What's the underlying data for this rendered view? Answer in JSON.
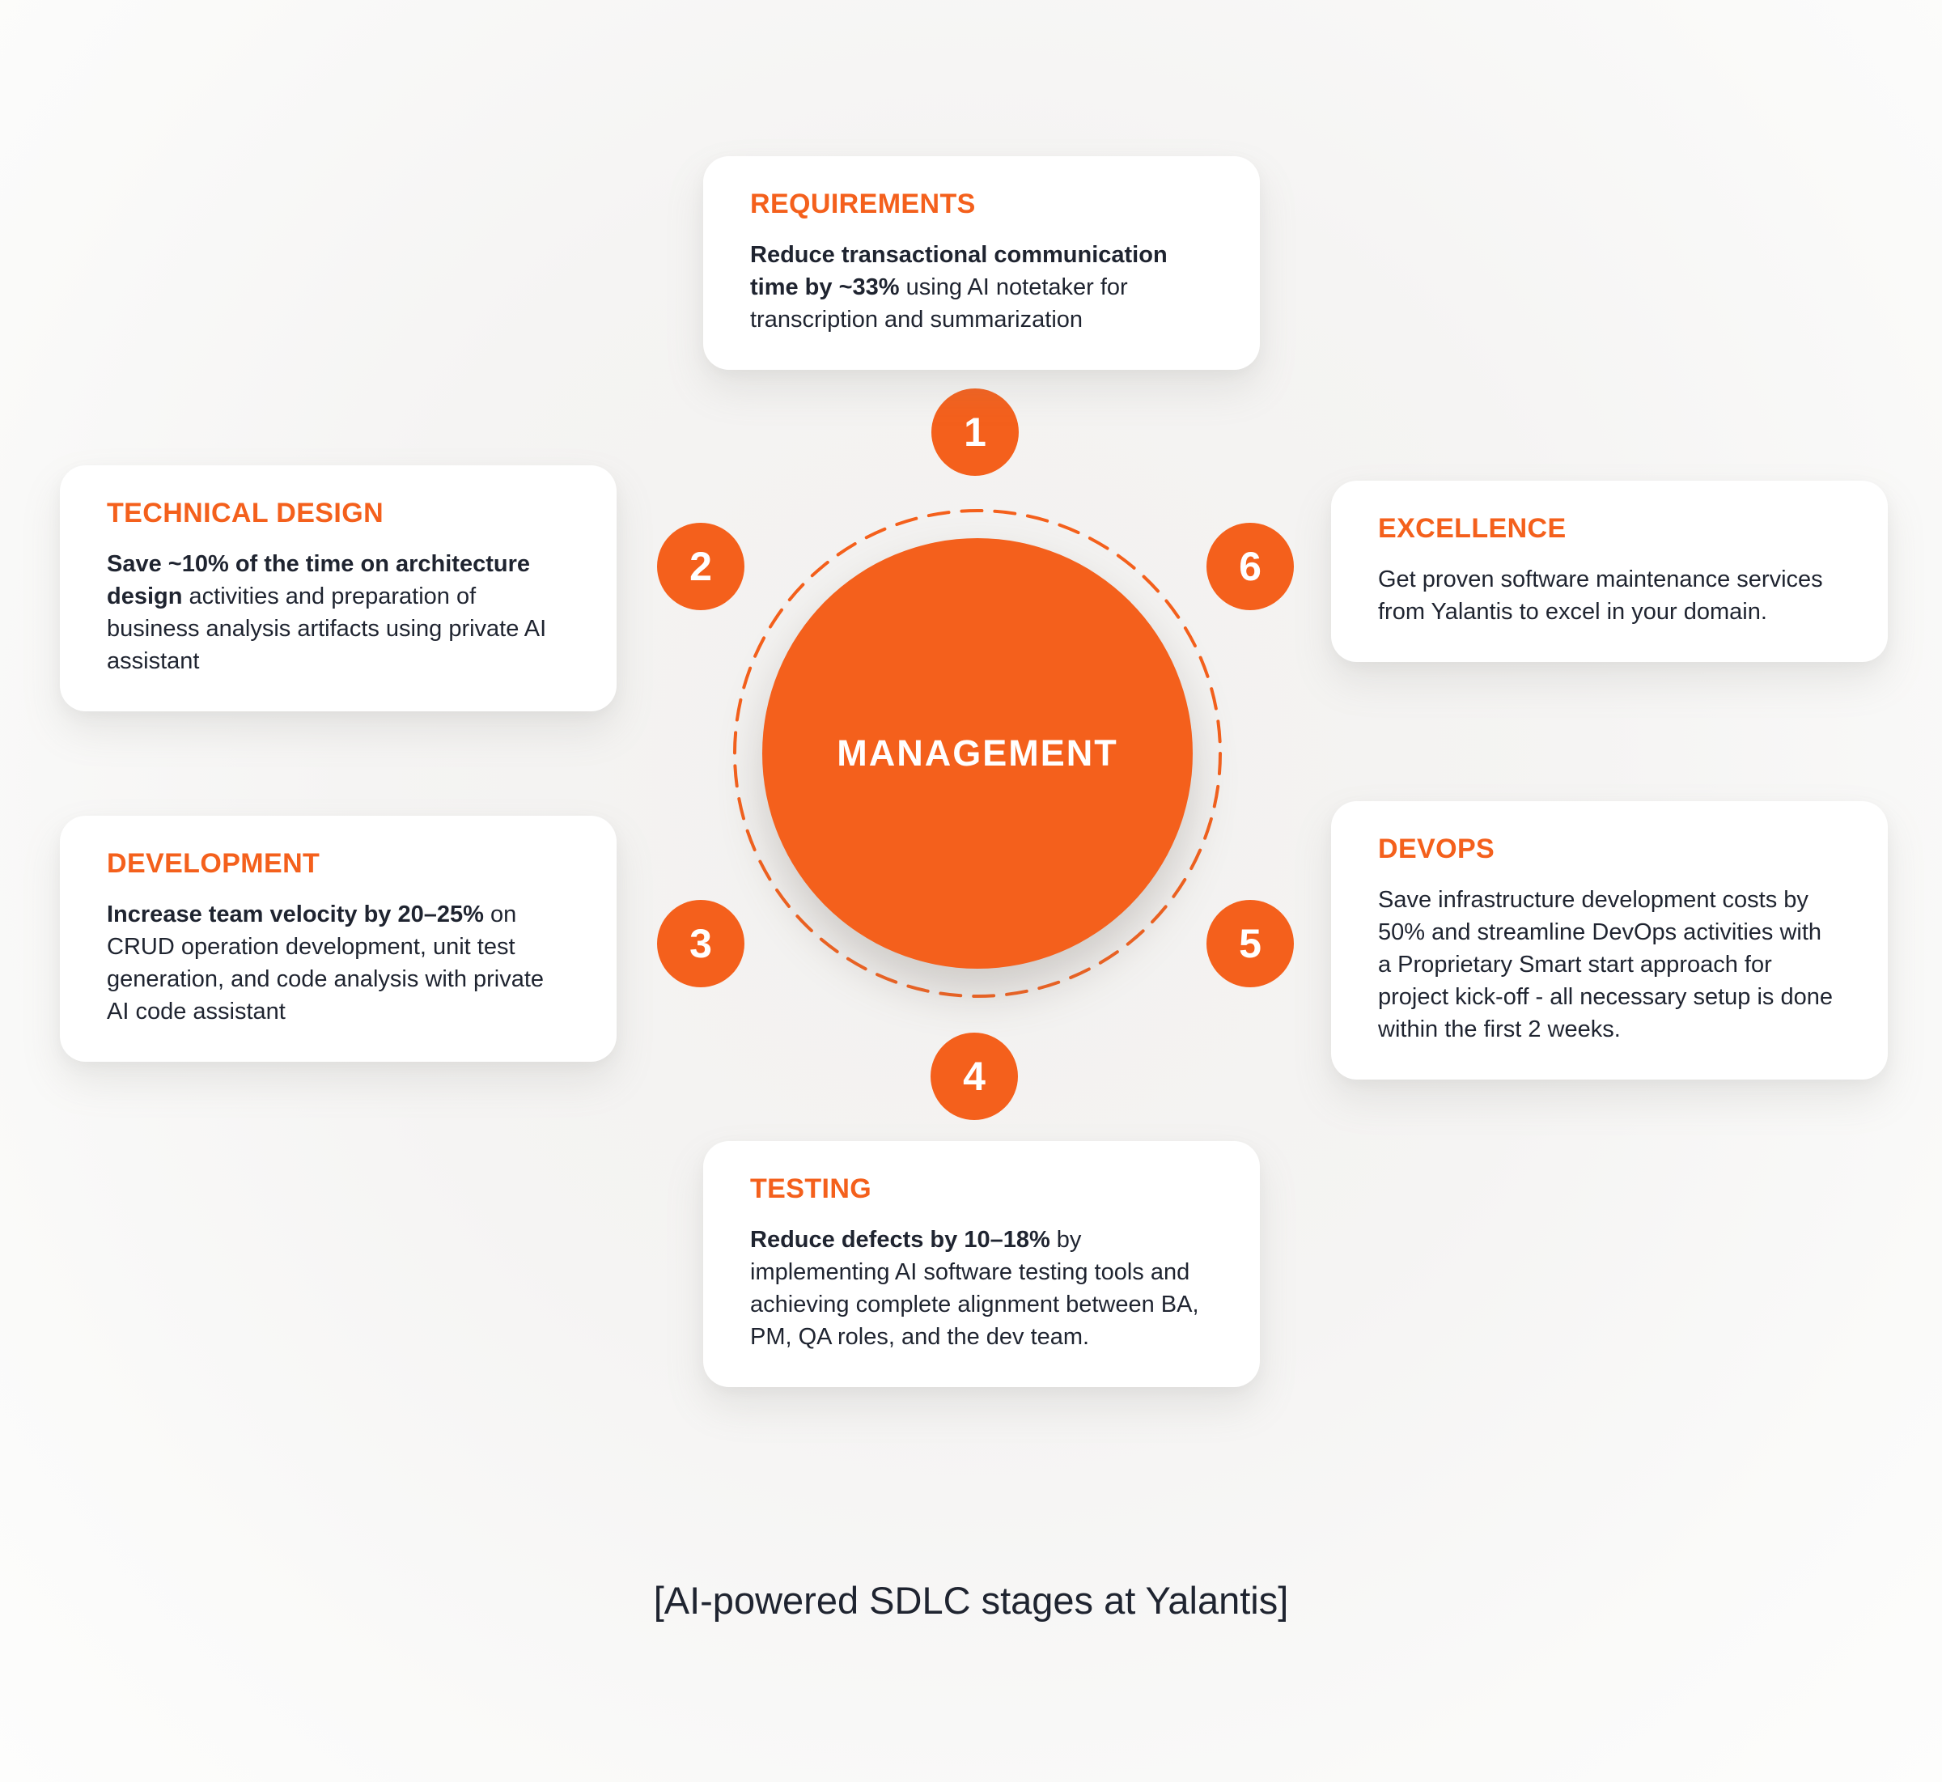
{
  "accent_color": "#F4601C",
  "text_color": "#1F2430",
  "card_background": "#FFFFFF",
  "center": {
    "label": "MANAGEMENT"
  },
  "caption": "[AI-powered SDLC stages at Yalantis]",
  "stages": [
    {
      "number": "1",
      "title": "REQUIREMENTS",
      "bold": "Reduce transactional communication time by ~33%",
      "rest": " using AI notetaker for transcription and summarization"
    },
    {
      "number": "2",
      "title": "TECHNICAL DESIGN",
      "bold": "Save ~10% of the time on architecture design",
      "rest": " activities and preparation of business analysis artifacts using private AI assistant"
    },
    {
      "number": "3",
      "title": "DEVELOPMENT",
      "bold": "Increase team velocity by 20–25%",
      "rest": " on CRUD operation development, unit test generation, and code analysis with private AI code assistant"
    },
    {
      "number": "4",
      "title": "TESTING",
      "bold": "Reduce defects by 10–18%",
      "rest": " by implementing AI software testing tools and achieving complete alignment between BA, PM, QA roles, and the dev team."
    },
    {
      "number": "5",
      "title": "DEVOPS",
      "bold": "",
      "rest": "Save infrastructure development costs by 50% and streamline DevOps activities with a Proprietary Smart start approach for project kick-off - all necessary setup is done within the first 2 weeks."
    },
    {
      "number": "6",
      "title": "EXCELLENCE",
      "bold": "",
      "rest": "Get proven software maintenance services from Yalantis to excel in your domain."
    }
  ]
}
